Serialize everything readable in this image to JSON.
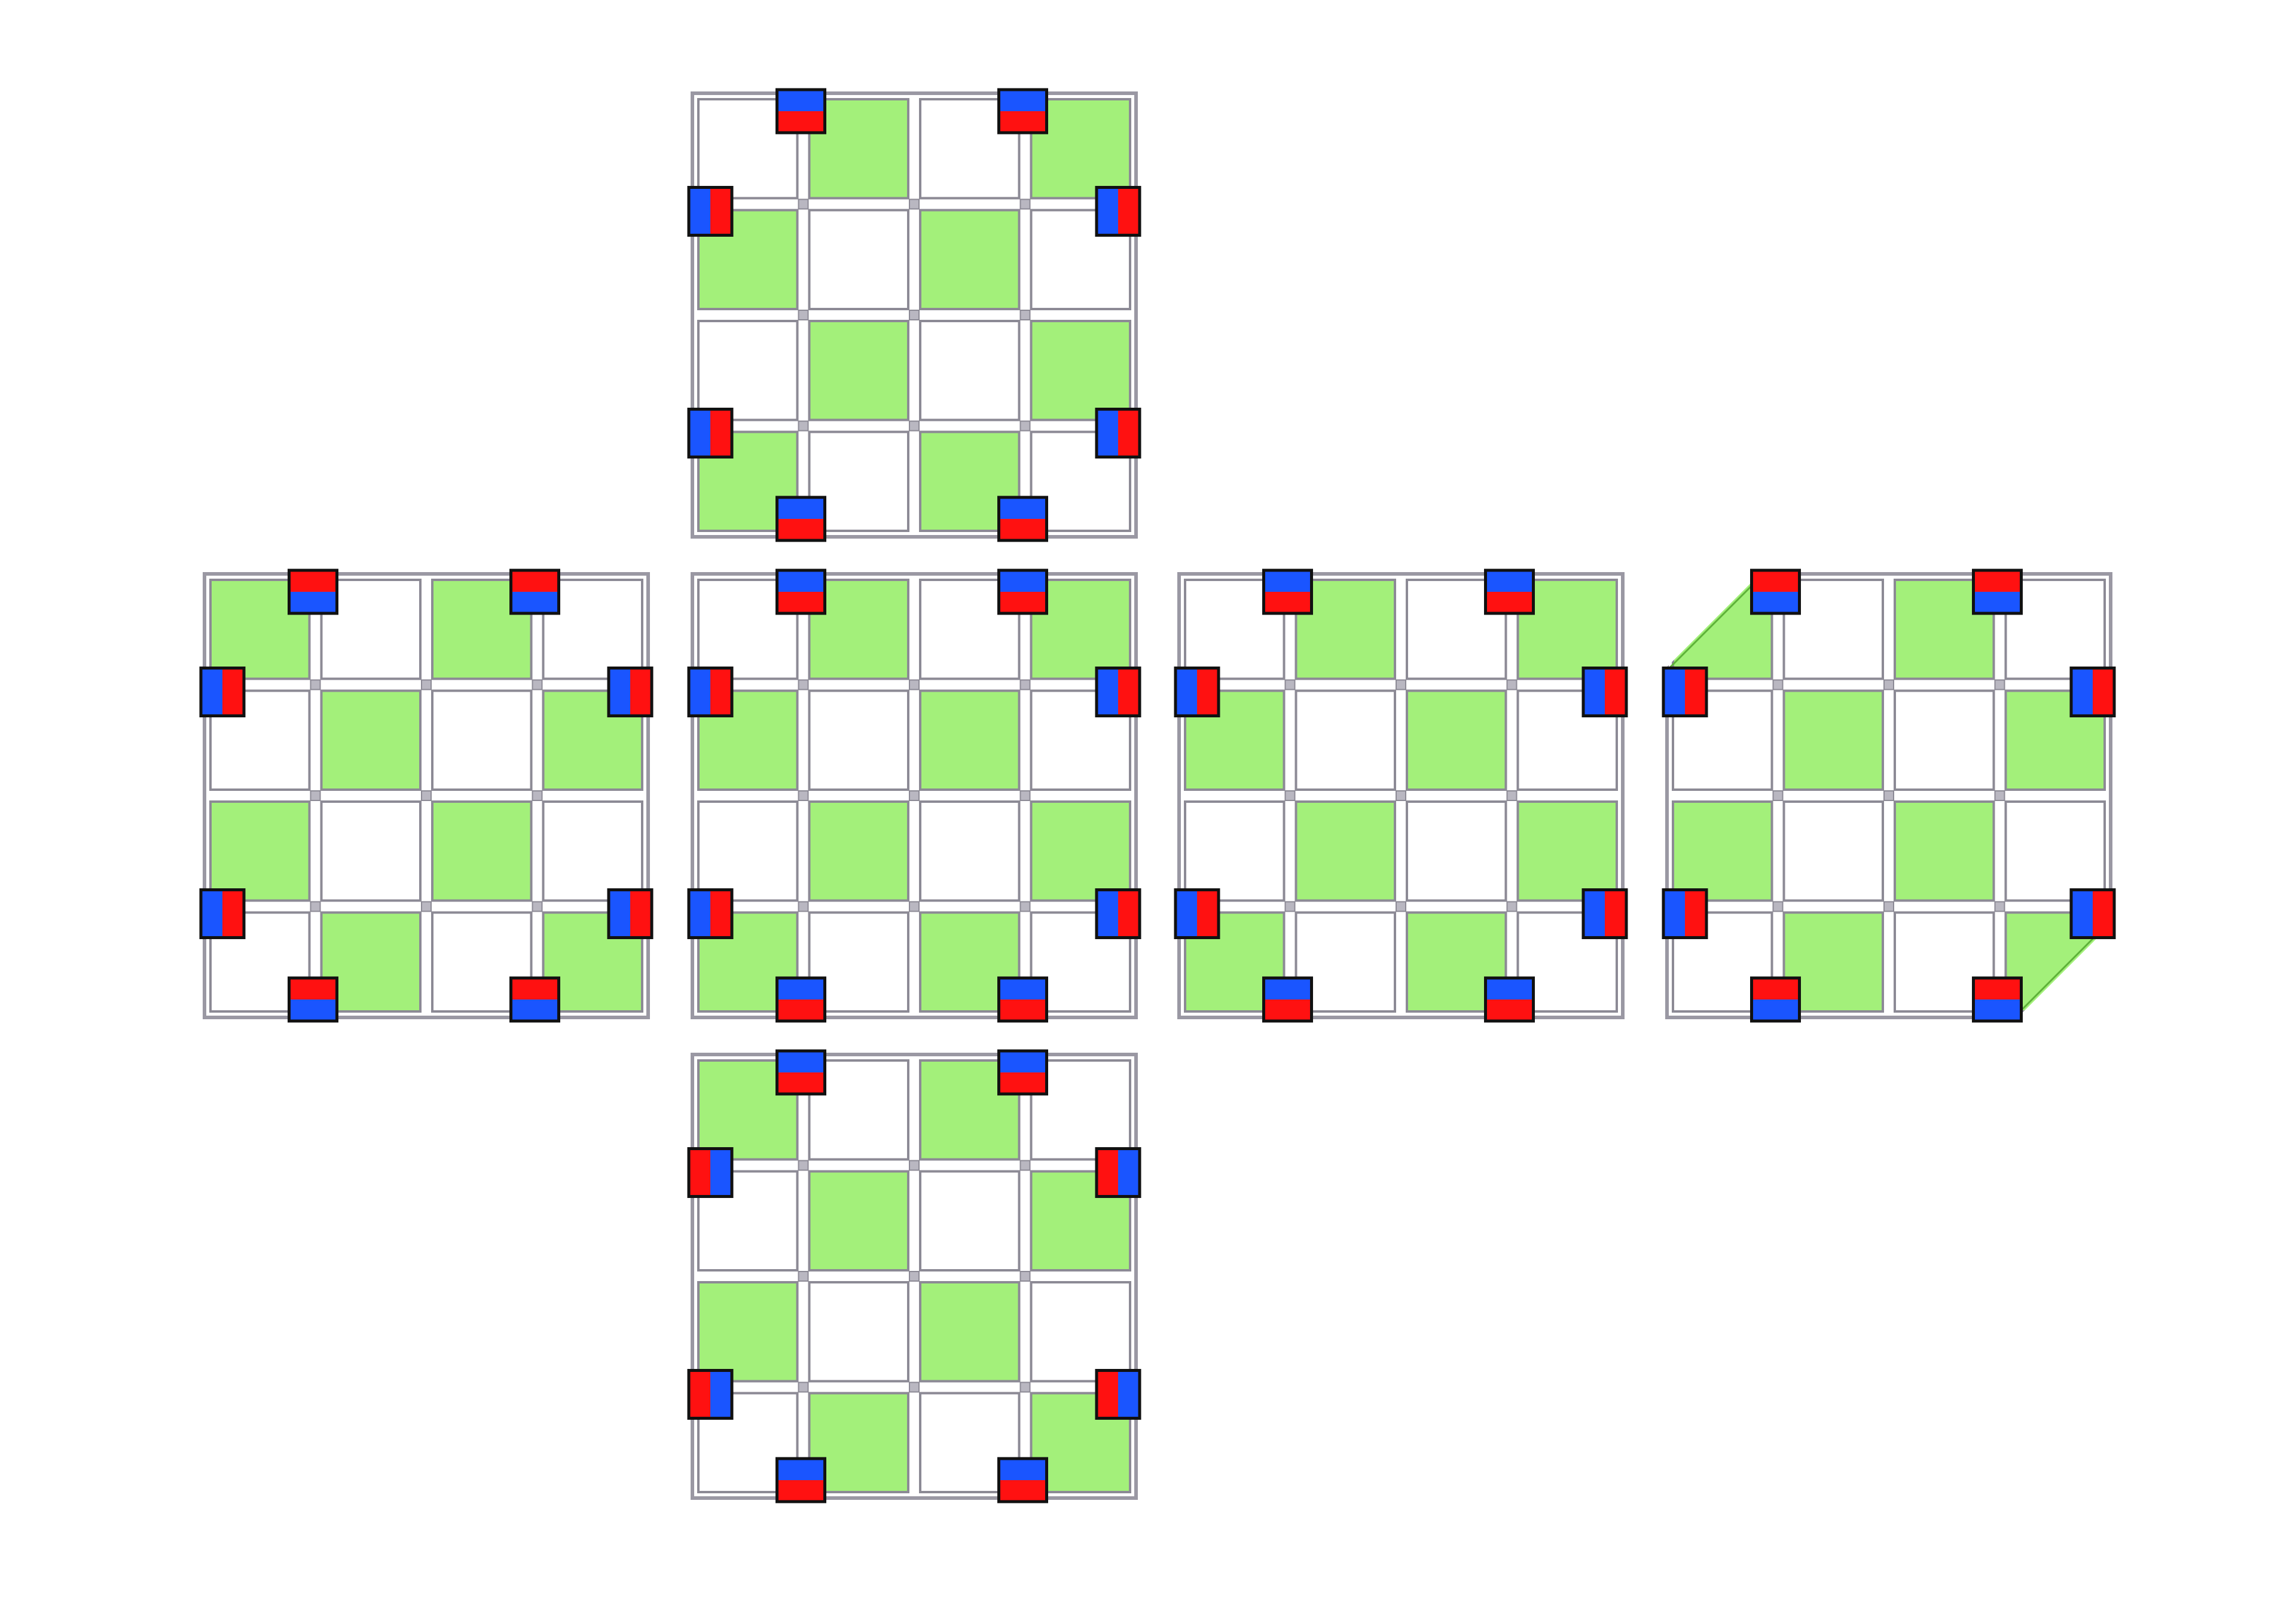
{
  "colors": {
    "green": "#a3f07a",
    "white": "#ffffff",
    "frame": "#9a98a3",
    "magnet_blue": "#1a55ff",
    "magnet_red": "#ff1111",
    "magnet_outline": "#111111"
  },
  "faces": [
    {
      "id": "top",
      "pattern": [
        [
          "white",
          "green",
          "white",
          "green"
        ],
        [
          "green",
          "white",
          "green",
          "white"
        ],
        [
          "white",
          "green",
          "white",
          "green"
        ],
        [
          "green",
          "white",
          "green",
          "white"
        ]
      ],
      "magnets": [
        {
          "side": "top",
          "slot": 0,
          "first": "blue"
        },
        {
          "side": "top",
          "slot": 1,
          "first": "blue"
        },
        {
          "side": "left",
          "slot": 0,
          "first": "blue"
        },
        {
          "side": "left",
          "slot": 1,
          "first": "blue"
        },
        {
          "side": "right",
          "slot": 0,
          "first": "blue"
        },
        {
          "side": "right",
          "slot": 1,
          "first": "blue"
        },
        {
          "side": "bottom",
          "slot": 0,
          "first": "blue"
        },
        {
          "side": "bottom",
          "slot": 1,
          "first": "blue"
        }
      ]
    },
    {
      "id": "left",
      "pattern": [
        [
          "green",
          "white",
          "green",
          "white"
        ],
        [
          "white",
          "green",
          "white",
          "green"
        ],
        [
          "green",
          "white",
          "green",
          "white"
        ],
        [
          "white",
          "green",
          "white",
          "green"
        ]
      ],
      "magnets": [
        {
          "side": "top",
          "slot": 0,
          "first": "red"
        },
        {
          "side": "top",
          "slot": 1,
          "first": "red"
        },
        {
          "side": "left",
          "slot": 0,
          "first": "blue"
        },
        {
          "side": "left",
          "slot": 1,
          "first": "blue"
        },
        {
          "side": "right",
          "slot": 0,
          "first": "blue"
        },
        {
          "side": "right",
          "slot": 1,
          "first": "blue"
        },
        {
          "side": "bottom",
          "slot": 0,
          "first": "red"
        },
        {
          "side": "bottom",
          "slot": 1,
          "first": "red"
        }
      ]
    },
    {
      "id": "front",
      "pattern": [
        [
          "white",
          "green",
          "white",
          "green"
        ],
        [
          "green",
          "white",
          "green",
          "white"
        ],
        [
          "white",
          "green",
          "white",
          "green"
        ],
        [
          "green",
          "white",
          "green",
          "white"
        ]
      ],
      "magnets": [
        {
          "side": "top",
          "slot": 0,
          "first": "blue"
        },
        {
          "side": "top",
          "slot": 1,
          "first": "blue"
        },
        {
          "side": "left",
          "slot": 0,
          "first": "blue"
        },
        {
          "side": "left",
          "slot": 1,
          "first": "blue"
        },
        {
          "side": "right",
          "slot": 0,
          "first": "blue"
        },
        {
          "side": "right",
          "slot": 1,
          "first": "blue"
        },
        {
          "side": "bottom",
          "slot": 0,
          "first": "blue"
        },
        {
          "side": "bottom",
          "slot": 1,
          "first": "blue"
        }
      ]
    },
    {
      "id": "right",
      "pattern": [
        [
          "white",
          "green",
          "white",
          "green"
        ],
        [
          "green",
          "white",
          "green",
          "white"
        ],
        [
          "white",
          "green",
          "white",
          "green"
        ],
        [
          "green",
          "white",
          "green",
          "white"
        ]
      ],
      "magnets": [
        {
          "side": "top",
          "slot": 0,
          "first": "blue"
        },
        {
          "side": "top",
          "slot": 1,
          "first": "blue"
        },
        {
          "side": "left",
          "slot": 0,
          "first": "blue"
        },
        {
          "side": "left",
          "slot": 1,
          "first": "blue"
        },
        {
          "side": "right",
          "slot": 0,
          "first": "blue"
        },
        {
          "side": "right",
          "slot": 1,
          "first": "blue"
        },
        {
          "side": "bottom",
          "slot": 0,
          "first": "blue"
        },
        {
          "side": "bottom",
          "slot": 1,
          "first": "blue"
        }
      ]
    },
    {
      "id": "back",
      "pattern": [
        [
          "green",
          "white",
          "green",
          "white"
        ],
        [
          "white",
          "green",
          "white",
          "green"
        ],
        [
          "green",
          "white",
          "green",
          "white"
        ],
        [
          "white",
          "green",
          "white",
          "green"
        ]
      ],
      "clipped_corners": [
        "top-left",
        "bottom-right"
      ],
      "magnets": [
        {
          "side": "top",
          "slot": 0,
          "first": "red"
        },
        {
          "side": "top",
          "slot": 1,
          "first": "red"
        },
        {
          "side": "left",
          "slot": 0,
          "first": "blue"
        },
        {
          "side": "left",
          "slot": 1,
          "first": "blue"
        },
        {
          "side": "right",
          "slot": 0,
          "first": "blue"
        },
        {
          "side": "right",
          "slot": 1,
          "first": "blue"
        },
        {
          "side": "bottom",
          "slot": 0,
          "first": "red"
        },
        {
          "side": "bottom",
          "slot": 1,
          "first": "red"
        }
      ]
    },
    {
      "id": "bottom",
      "pattern": [
        [
          "green",
          "white",
          "green",
          "white"
        ],
        [
          "white",
          "green",
          "white",
          "green"
        ],
        [
          "green",
          "white",
          "green",
          "white"
        ],
        [
          "white",
          "green",
          "white",
          "green"
        ]
      ],
      "magnets": [
        {
          "side": "top",
          "slot": 0,
          "first": "blue"
        },
        {
          "side": "top",
          "slot": 1,
          "first": "blue"
        },
        {
          "side": "left",
          "slot": 0,
          "first": "red"
        },
        {
          "side": "left",
          "slot": 1,
          "first": "red"
        },
        {
          "side": "right",
          "slot": 0,
          "first": "red"
        },
        {
          "side": "right",
          "slot": 1,
          "first": "red"
        },
        {
          "side": "bottom",
          "slot": 0,
          "first": "blue"
        },
        {
          "side": "bottom",
          "slot": 1,
          "first": "blue"
        }
      ]
    }
  ]
}
